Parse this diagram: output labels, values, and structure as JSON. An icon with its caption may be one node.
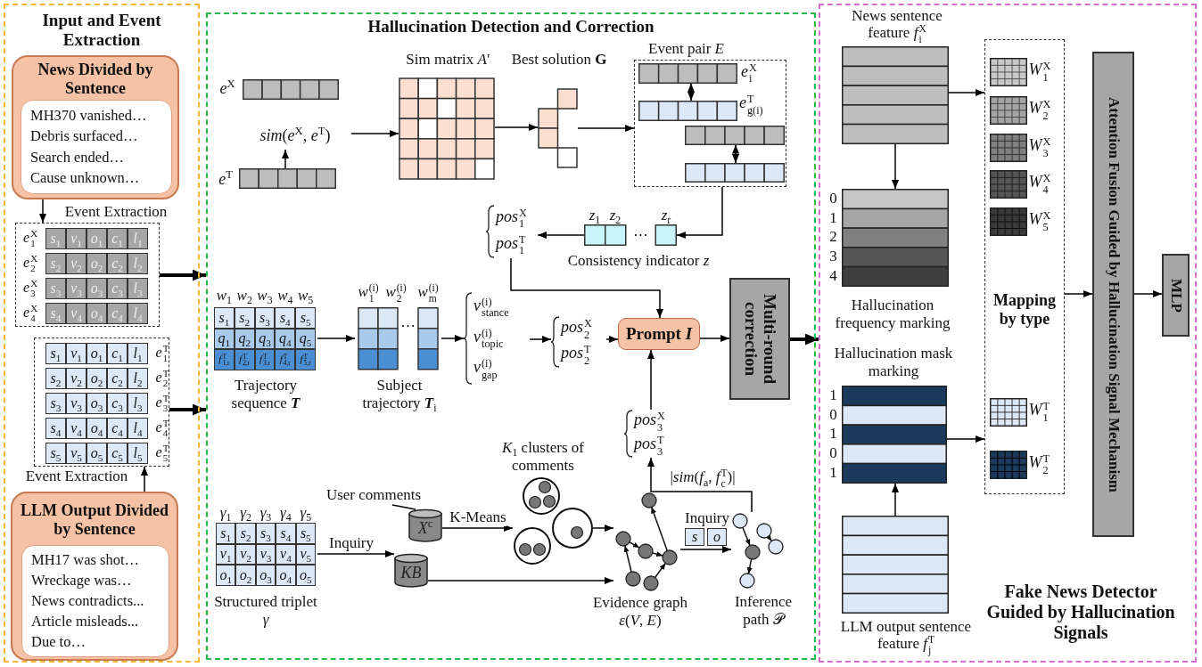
{
  "diagram": {
    "nodes": [
      {
        "text": [
          "Input and Event Extraction"
        ]
      },
      {
        "text": [
          "News Divided by Sentence",
          "MH370 vanished…",
          "Debris surfaced…",
          "Search ended…",
          "Cause unknown…"
        ],
        "in": 0
      },
      {
        "text": [
          "*e*$_{1}$$^{X}$",
          "*s*$_{1}$",
          "*v*$_{1}$",
          "*o*$_{1}$",
          "*c*$_{1}$",
          "*l*$_{1}$",
          "*e*$_{2}$$^{X}$",
          "*s*$_{2}$",
          "*v*$_{2}$",
          "*o*$_{2}$",
          "*c*$_{2}$",
          "*l*$_{2}$",
          "*e*$_{3}$$^{X}$",
          "*s*$_{3}$",
          "*v*$_{3}$",
          "*o*$_{3}$",
          "*c*$_{3}$",
          "*l*$_{3}$",
          "*e*$_{4}$$^{X}$",
          "*s*$_{4}$",
          "*v*$_{4}$",
          "*o*$_{4}$",
          "*c*$_{4}$",
          "*l*$_{4}$"
        ],
        "in": 0
      },
      {
        "text": [
          "*s*$_{1}$",
          "*v*$_{1}$",
          "*o*$_{1}$",
          "*c*$_{1}$",
          "*l*$_{1}$",
          "*e*$_{1}$$^{T}$",
          "*s*$_{2}$",
          "*v*$_{2}$",
          "*o*$_{2}$",
          "*c*$_{2}$",
          "*l*$_{2}$",
          "*e*$_{2}$$^{T}$",
          "*s*$_{3}$",
          "*v*$_{3}$",
          "*o*$_{3}$",
          "*c*$_{3}$",
          "*l*$_{3}$",
          "*e*$_{3}$$^{T}$",
          "*s*$_{4}$",
          "*v*$_{4}$",
          "*o*$_{4}$",
          "*c*$_{4}$",
          "*l*$_{4}$",
          "*e*$_{4}$$^{T}$",
          "*s*$_{5}$",
          "*v*$_{5}$",
          "*o*$_{5}$",
          "*c*$_{5}$",
          "*l*$_{5}$",
          "*e*$_{5}$$^{T}$"
        ],
        "in": 0
      },
      {
        "text": [
          "LLM Output Divided by Sentence",
          "MH17 was shot…",
          "Wreckage was…",
          "News contradicts...",
          "Article misleads...",
          "Due to…"
        ],
        "in": 0
      },
      {
        "text": [
          "Hallucination Detection and Correction"
        ]
      },
      {
        "text": [],
        "shape": "bar",
        "in": 5,
        "beside": [
          "*e*$^{X}$"
        ]
      },
      {
        "text": [],
        "shape": "bar",
        "in": 5,
        "beside": [
          "*e*$^{T}$"
        ]
      },
      {
        "text": [
          "*sim*(*e*$^{X}$, *e*$^{T}$)"
        ],
        "in": 5
      },
      {
        "text": [],
        "shape": "box",
        "in": 5,
        "beside": [
          "Sim matrix *A*′"
        ]
      },
      {
        "text": [],
        "shape": "box",
        "in": 5,
        "beside": [
          "Best solution **G**"
        ]
      },
      {
        "text": [],
        "shape": "box",
        "in": 5,
        "beside": [
          "Event pair *E*"
        ]
      },
      {
        "text": [],
        "shape": "bar",
        "in": 11,
        "beside": [
          "*e*$_{i}$$^{X}$"
        ]
      },
      {
        "text": [],
        "shape": "bar",
        "in": 11,
        "beside": [
          "*e*$_{g(i)}$$^{T}$"
        ]
      },
      {
        "text": [],
        "shape": "bar",
        "in": 11
      },
      {
        "text": [],
        "shape": "bar",
        "in": 11
      },
      {
        "text": [
          "*z*$_{1}$",
          "*z*$_{2}$",
          "⋯",
          "*z*$_{r}$"
        ],
        "in": 5,
        "beside": [
          "Consistency indicator *z*"
        ]
      },
      {
        "text": [
          "*pos*$_{1}$$^{X}$",
          "*pos*$_{1}$$^{T}$"
        ],
        "in": 5
      },
      {
        "text": [
          "*w*$_{1}$",
          "*w*$_{2}$",
          "*w*$_{3}$",
          "*w*$_{4}$",
          "*w*$_{5}$",
          "*s*$_{1}$",
          "*s*$_{2}$",
          "*s*$_{3}$",
          "*s*$_{4}$",
          "*s*$_{5}$",
          "*q*$_{1}$",
          "*q*$_{2}$",
          "*q*$_{3}$",
          "*q*$_{4}$",
          "*q*$_{5}$",
          "*f*$_{1,r}$$^{T}$",
          "*f*$_{2,r}$$^{T}$",
          "*f*$_{3,r}$$^{T}$",
          "*f*$_{4,r}$$^{T}$",
          "*f*$_{5,r}$$^{T}$"
        ],
        "in": 5,
        "beside": [
          "Trajectory sequence **T**"
        ]
      },
      {
        "text": [
          "*w*$_{1}$$^{(i)}$",
          "*w*$_{2}$$^{(i)}$",
          "*w*$_{m}$$^{(i)}$",
          "⋯"
        ],
        "in": 5,
        "beside": [
          "Subject trajectory **T**$_{i}$"
        ]
      },
      {
        "text": [
          "*v*$_{stance}$$^{(i)}$",
          "*v*$_{topic}$$^{(i)}$",
          "*v*$_{gap}$$^{(i)}$"
        ],
        "in": 5
      },
      {
        "text": [
          "*pos*$_{2}$$^{X}$",
          "*pos*$_{2}$$^{T}$"
        ],
        "in": 5
      },
      {
        "text": [
          "Prompt *I*"
        ],
        "in": 5
      },
      {
        "text": [
          "Multi-round correction"
        ],
        "in": 5
      },
      {
        "text": [
          "*pos*$_{3}$$^{X}$",
          "*pos*$_{3}$$^{T}$"
        ],
        "in": 5
      },
      {
        "text": [
          "*γ*$_{1}$",
          "*γ*$_{2}$",
          "*γ*$_{3}$",
          "*γ*$_{4}$",
          "*γ*$_{5}$",
          "*s*$_{1}$",
          "*s*$_{2}$",
          "*s*$_{3}$",
          "*s*$_{4}$",
          "*s*$_{5}$",
          "*v*$_{1}$",
          "*v*$_{2}$",
          "*v*$_{3}$",
          "*v*$_{4}$",
          "*v*$_{5}$",
          "*o*$_{1}$",
          "*o*$_{2}$",
          "*o*$_{3}$",
          "*o*$_{4}$",
          "*o*$_{5}$"
        ],
        "in": 5,
        "beside": [
          "Structured triplet *γ*"
        ]
      },
      {
        "text": [
          "User comments"
        ],
        "in": 5
      },
      {
        "text": [
          "*X*$^{c}$"
        ],
        "in": 5
      },
      {
        "text": [
          "*KB*"
        ],
        "in": 5
      },
      {
        "text": [],
        "shape": "circle",
        "in": 5,
        "beside": [
          "*K*$_{1}$ clusters of comments"
        ]
      },
      {
        "text": [],
        "shape": "graph",
        "in": 5,
        "beside": [
          "Evidence graph *ε*(*V*, *E*)"
        ]
      },
      {
        "text": [
          "*s*",
          "*o*"
        ],
        "in": 5
      },
      {
        "text": [],
        "shape": "graph",
        "in": 5,
        "beside": [
          "Inference path 𝒫"
        ]
      },
      {
        "text": [
          "Fake News Detector Guided by Hallucination Signals"
        ]
      },
      {
        "text": [],
        "shape": "box",
        "in": 33,
        "beside": [
          "News sentence feature *f*$_{i}$$^{X}$"
        ]
      },
      {
        "text": [
          "0",
          "1",
          "2",
          "3",
          "4"
        ],
        "in": 33,
        "beside": [
          "Hallucination frequency marking"
        ]
      },
      {
        "text": [
          "1",
          "0",
          "1",
          "0",
          "1"
        ],
        "in": 33,
        "beside": [
          "Hallucination mask marking"
        ]
      },
      {
        "text": [],
        "shape": "box",
        "in": 33,
        "beside": [
          "LLM output sentence feature *f*$_{j}$$^{T}$"
        ]
      },
      {
        "text": [
          "Mapping by type"
        ],
        "in": 33
      },
      {
        "text": [
          "*W*$_{1}$$^{X}$"
        ],
        "in": 38
      },
      {
        "text": [
          "*W*$_{2}$$^{X}$"
        ],
        "in": 38
      },
      {
        "text": [
          "*W*$_{3}$$^{X}$"
        ],
        "in": 38
      },
      {
        "text": [
          "*W*$_{4}$$^{X}$"
        ],
        "in": 38
      },
      {
        "text": [
          "*W*$_{5}$$^{X}$"
        ],
        "in": 38
      },
      {
        "text": [
          "*W*$_{1}$$^{T}$"
        ],
        "in": 38
      },
      {
        "text": [
          "*W*$_{2}$$^{T}$"
        ],
        "in": 38
      },
      {
        "text": [
          "Attention Fusion Guided by Hallucination Signal Mechanism"
        ],
        "in": 33
      },
      {
        "text": [
          "MLP"
        ],
        "in": 33
      }
    ],
    "edges": [
      {
        "from": 1,
        "to": 2,
        "arrow": "to",
        "label": "Event Extraction"
      },
      {
        "from": 4,
        "to": 3,
        "arrow": "to",
        "label": "Event Extraction"
      },
      {
        "from": 2,
        "to": 5,
        "arrow": "to",
        "style": "thick"
      },
      {
        "from": 3,
        "to": 5,
        "arrow": "to",
        "style": "thick"
      },
      {
        "from": 7,
        "to": 8,
        "arrow": "to"
      },
      {
        "from": 8,
        "to": 9,
        "arrow": "to"
      },
      {
        "from": 9,
        "to": 10,
        "arrow": "to"
      },
      {
        "from": 10,
        "to": 11,
        "arrow": "to"
      },
      {
        "from": 12,
        "to": 13,
        "arrow": "both"
      },
      {
        "from": 14,
        "to": 15,
        "arrow": "both"
      },
      {
        "from": 11,
        "to": 16,
        "arrow": "to"
      },
      {
        "from": 16,
        "to": 17,
        "arrow": "to"
      },
      {
        "from": 17,
        "to": 22,
        "arrow": "to"
      },
      {
        "from": 18,
        "to": 19,
        "arrow": "to"
      },
      {
        "from": 19,
        "to": 20,
        "arrow": "to"
      },
      {
        "from": 20,
        "to": 21,
        "arrow": "to"
      },
      {
        "from": 21,
        "to": 22,
        "arrow": "to"
      },
      {
        "from": 22,
        "to": 23,
        "arrow": "to"
      },
      {
        "from": 23,
        "to": 33,
        "arrow": "to",
        "style": "thick"
      },
      {
        "from": 24,
        "to": 22,
        "arrow": "to"
      },
      {
        "from": 25,
        "to": 28,
        "arrow": "to",
        "label": "Inquiry"
      },
      {
        "from": 26,
        "to": 27,
        "arrow": "none"
      },
      {
        "from": 27,
        "to": 29,
        "arrow": "to",
        "label": "K-Means"
      },
      {
        "from": 29,
        "to": 30,
        "arrow": "to"
      },
      {
        "from": 28,
        "to": 30,
        "arrow": "to"
      },
      {
        "from": 30,
        "to": 32,
        "arrow": "to",
        "label": "Inquiry"
      },
      {
        "from": 32,
        "to": 24,
        "arrow": "to",
        "label": "|*sim*(*f*$_{a}$, *f*$_{c}$$^{T}$)|"
      },
      {
        "from": 34,
        "to": 35,
        "arrow": "to"
      },
      {
        "from": 37,
        "to": 36,
        "arrow": "to"
      },
      {
        "from": 34,
        "to": 38,
        "arrow": "to"
      },
      {
        "from": 36,
        "to": 38,
        "arrow": "to"
      },
      {
        "from": 38,
        "to": 46,
        "arrow": "to"
      },
      {
        "from": 46,
        "to": 47,
        "arrow": "to"
      }
    ]
  }
}
